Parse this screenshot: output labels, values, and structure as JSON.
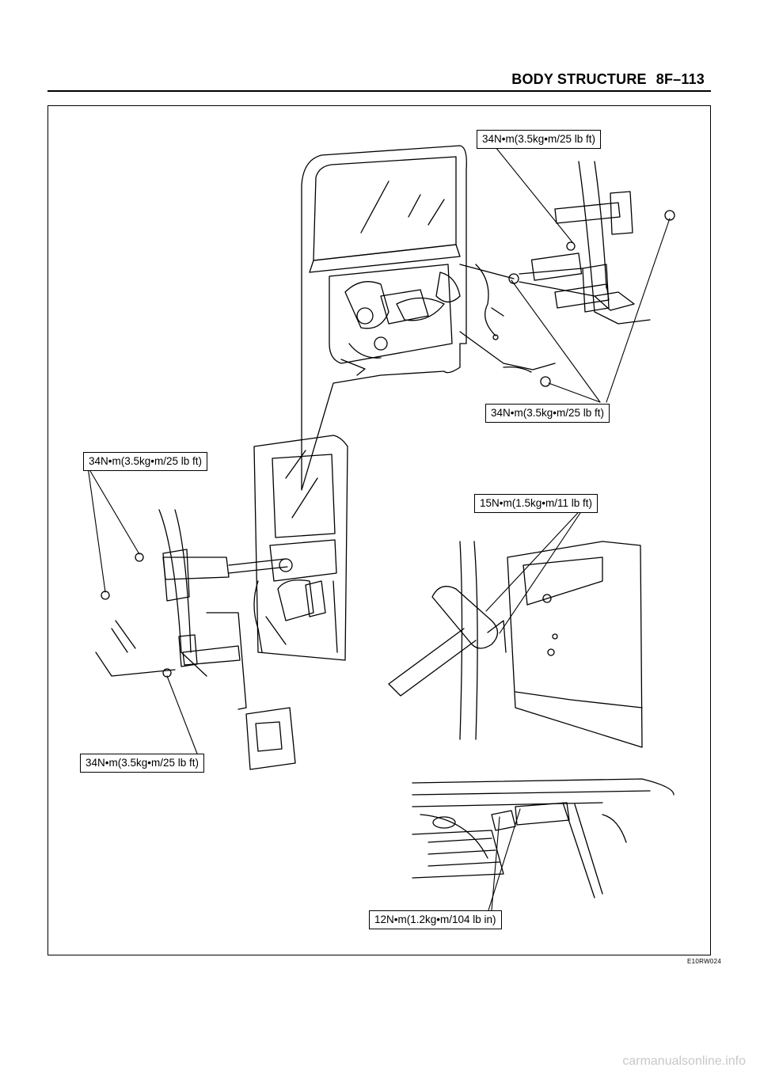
{
  "header": {
    "section": "BODY STRUCTURE",
    "page": "8F–113"
  },
  "torque_labels": [
    "34N•m(3.5kg•m/25 lb ft)",
    "34N•m(3.5kg•m/25 lb ft)",
    "34N•m(3.5kg•m/25 lb ft)",
    "15N•m(1.5kg•m/11 lb ft)",
    "34N•m(3.5kg•m/25 lb ft)",
    "12N•m(1.2kg•m/104 lb in)"
  ],
  "figure_code": "E10RW024",
  "watermark": "carmanualsonline.info"
}
